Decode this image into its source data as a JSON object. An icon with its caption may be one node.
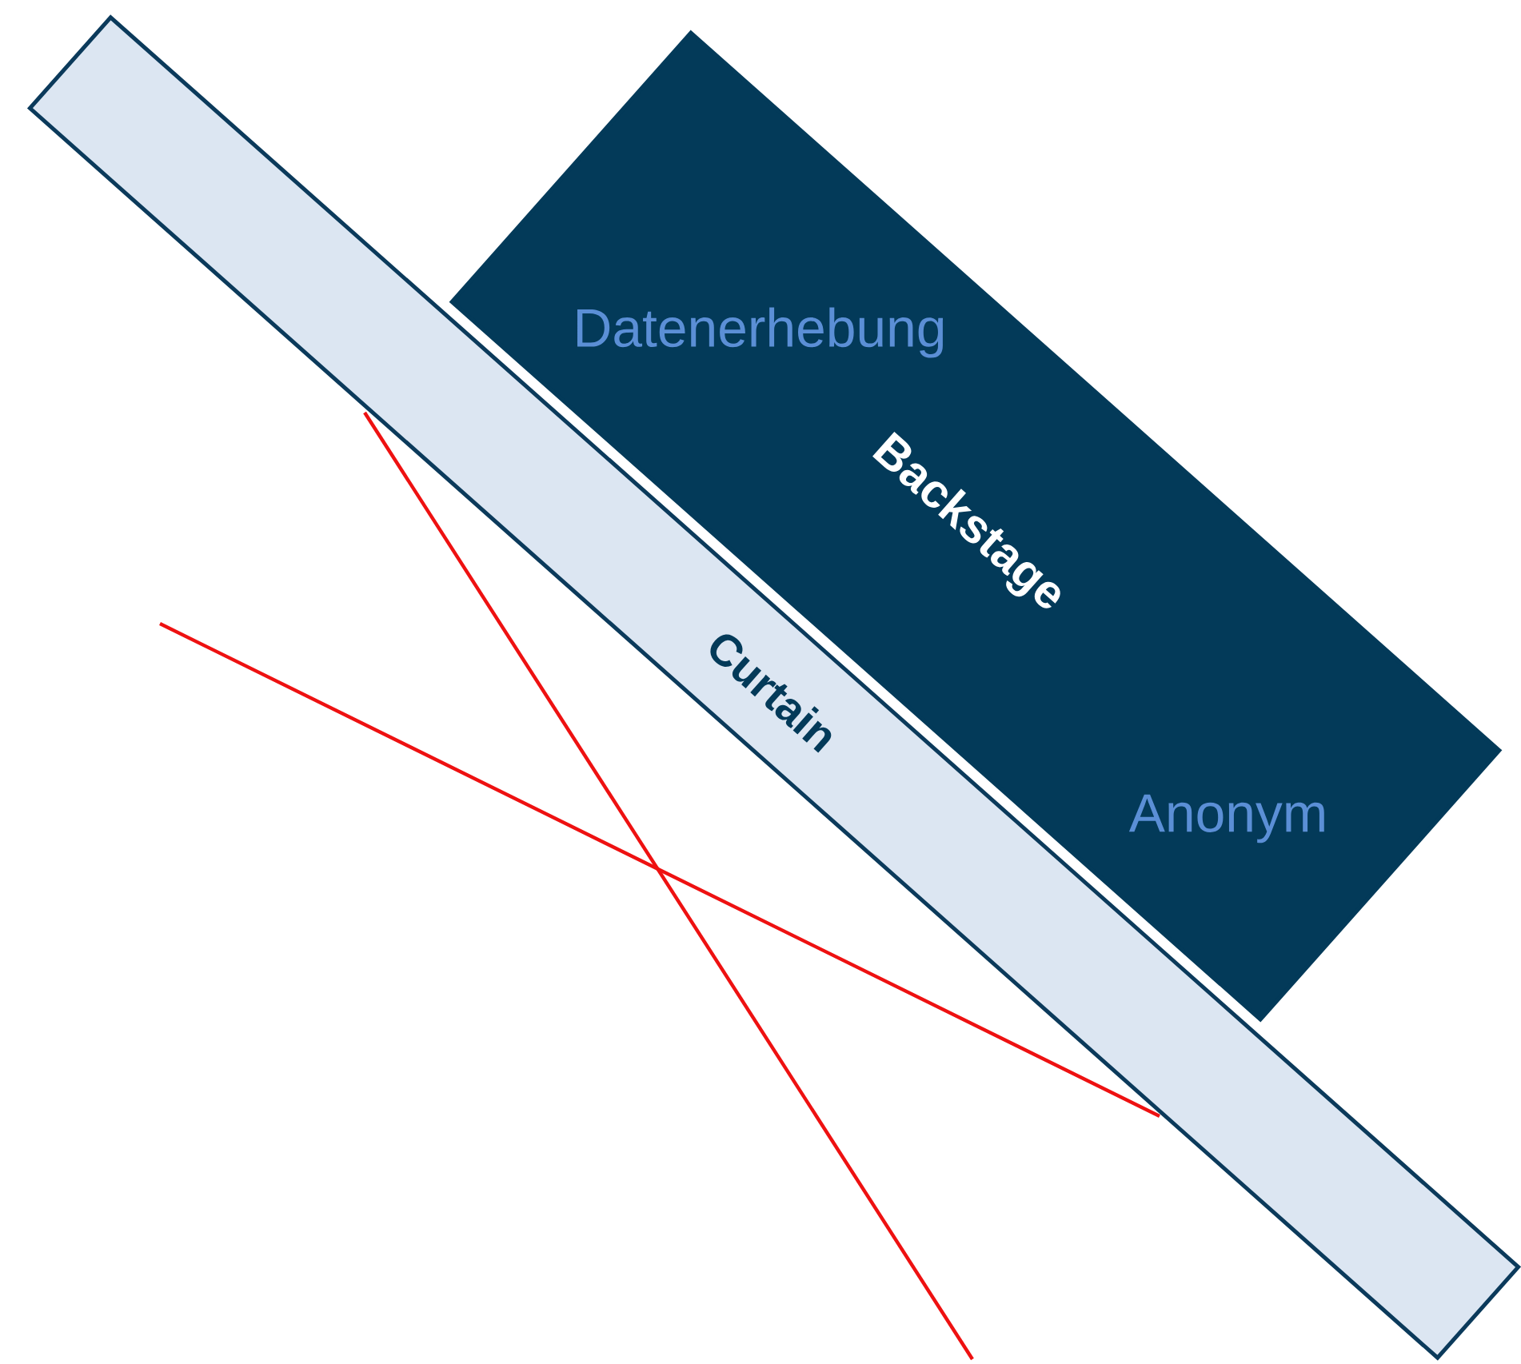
{
  "diagram": {
    "nodes": [
      {
        "text": [
          "Datenerhebung",
          "Backstage",
          "Anonym"
        ]
      },
      {
        "text": [
          "Curtain"
        ]
      }
    ]
  }
}
